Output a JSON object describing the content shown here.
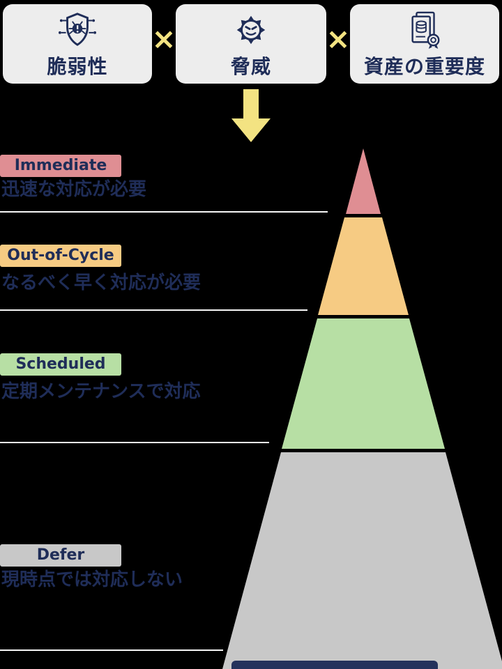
{
  "formula": {
    "operator": "×",
    "factors": [
      {
        "label": "脆弱性",
        "icon": "bug-shield-icon"
      },
      {
        "label": "脅威",
        "icon": "virus-face-icon"
      },
      {
        "label": "資産の重要度",
        "icon": "asset-certificate-icon"
      }
    ]
  },
  "arrow": {
    "direction": "down",
    "icon": "down-arrow-icon"
  },
  "levels": [
    {
      "name": "Immediate",
      "description": "迅速な対応が必要",
      "color": "#df8e93"
    },
    {
      "name": "Out-of-Cycle",
      "description": "なるべく早く対応が必要",
      "color": "#f6cb83"
    },
    {
      "name": "Scheduled",
      "description": "定期メンテナンスで対応",
      "color": "#b7dfa4"
    },
    {
      "name": "Defer",
      "description": "現時点では対応しない",
      "color": "#c8c8c8"
    }
  ],
  "colors": {
    "background": "#000000",
    "card_background": "#ededed",
    "text_navy": "#1f2d58",
    "accent_yellow": "#f3e382",
    "separator_line": "#f7f7f7",
    "bottom_bar": "#24325c"
  }
}
